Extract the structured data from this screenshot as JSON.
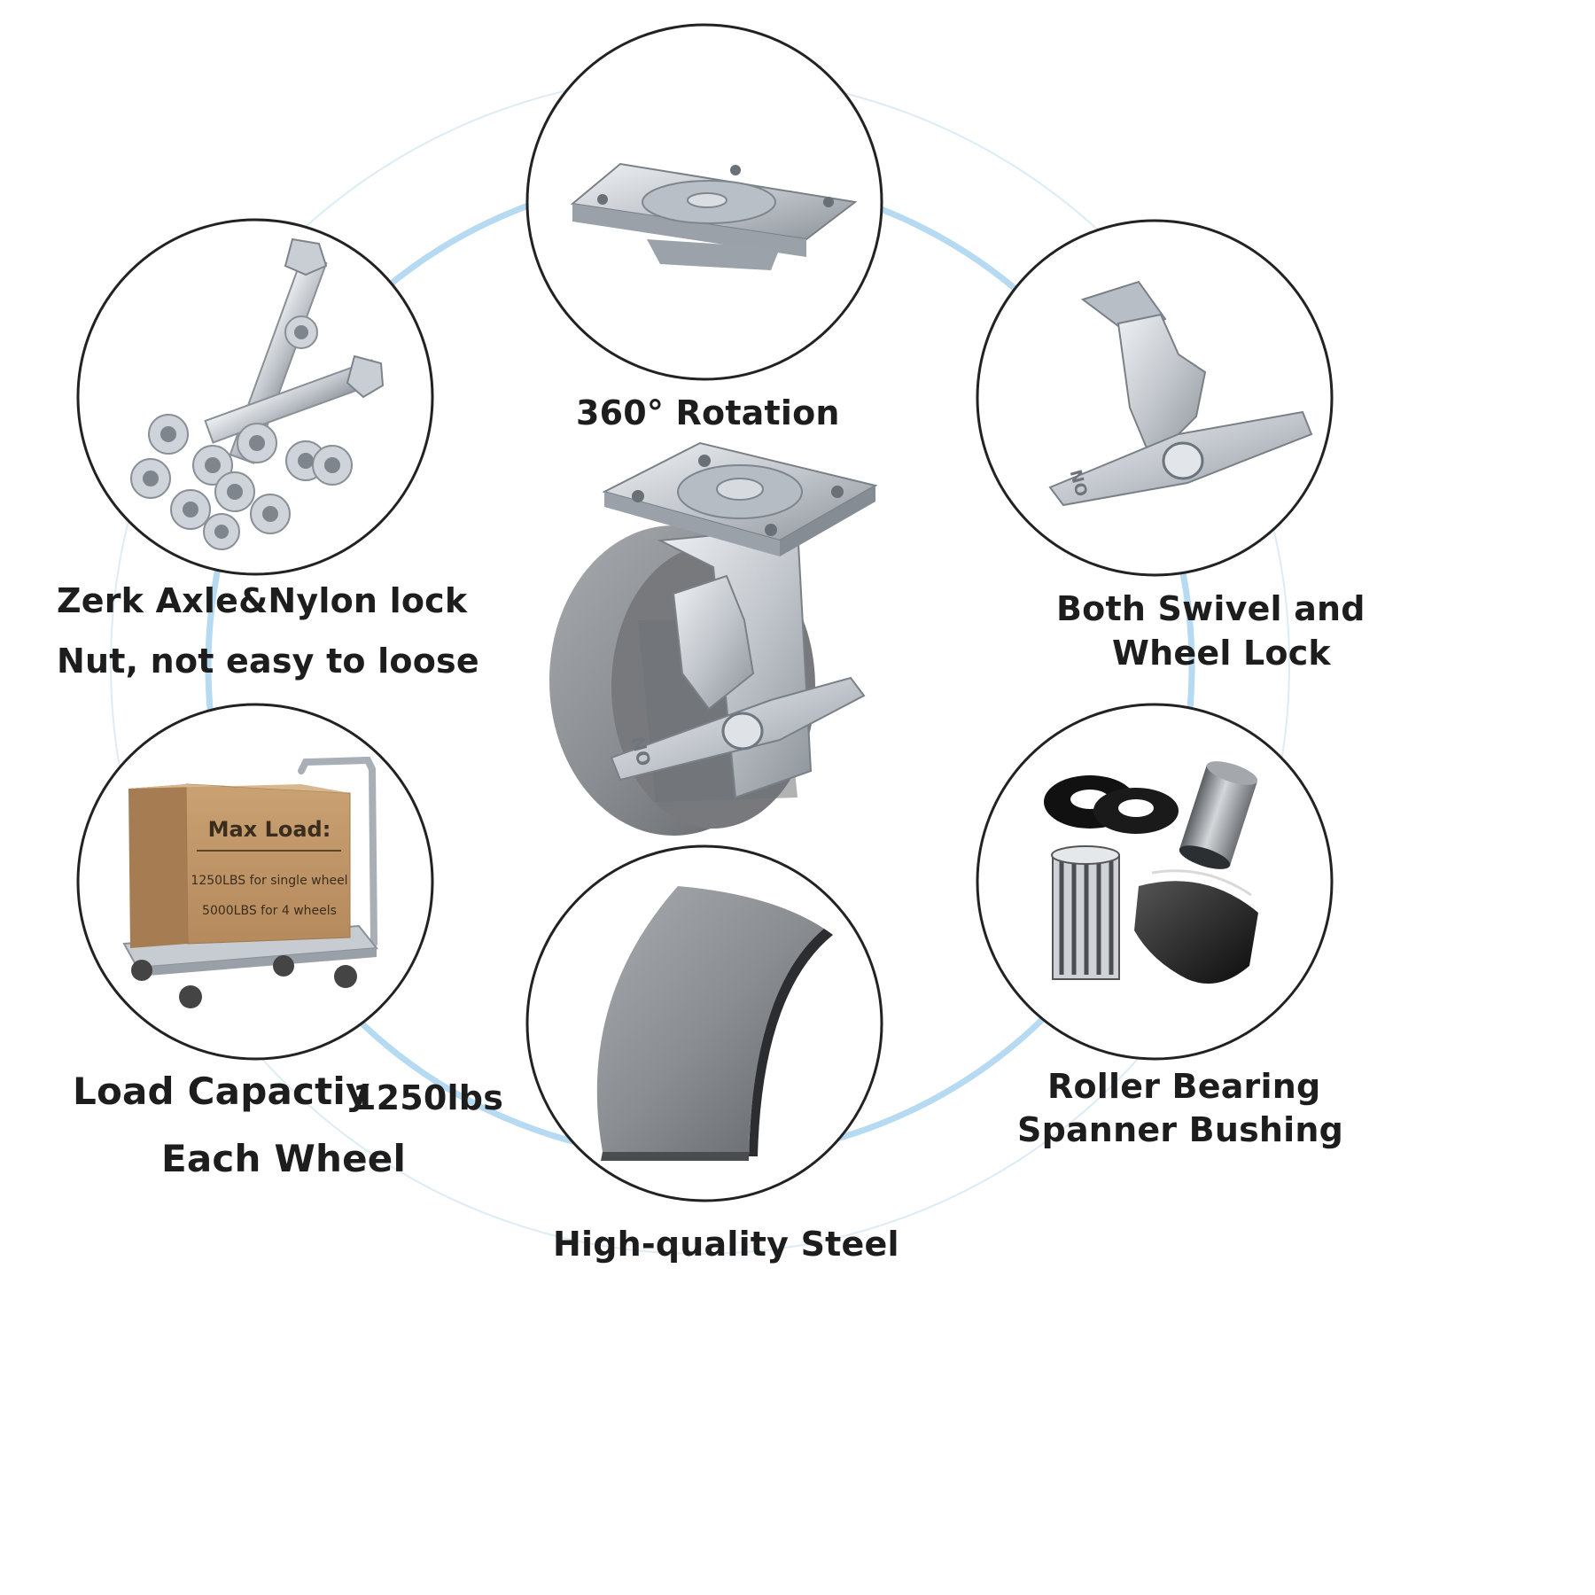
{
  "features": {
    "rotation": {
      "label": "360° Rotation"
    },
    "axle": {
      "line1": "Zerk Axle&Nylon lock",
      "line2": "Nut, not easy to loose"
    },
    "lock": {
      "line1": "Both Swivel and",
      "line2": "Wheel Lock"
    },
    "load": {
      "line1_a": "Load Capactiy",
      "line1_b": "1250lbs",
      "line2": "Each Wheel"
    },
    "bearing": {
      "line1": "Roller Bearing",
      "line2": "Spanner Bushing"
    },
    "steel": {
      "label": "High-quality Steel"
    }
  },
  "load_box": {
    "title": "Max Load:",
    "line1": "1250LBS for single wheel",
    "line2": "5000LBS  for 4 wheels"
  },
  "wheel_marking": "ON",
  "colors": {
    "ring": "#a9d3ee",
    "ring_faint": "#dcecf7",
    "circle_border": "#222222",
    "zinc": "#c4c9cf",
    "cast_iron": "#8b8e92",
    "cardboard": "#c39a6b",
    "text": "#1d1d1d"
  }
}
